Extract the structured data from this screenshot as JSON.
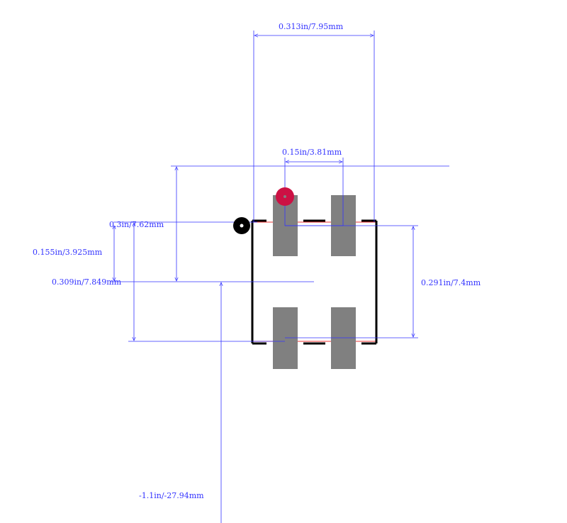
{
  "colors": {
    "dimension": "#3333ff",
    "pad": "#808080",
    "outline": "#000000",
    "pin1_marker": "#cc1144",
    "courtyard": "#ee3333",
    "background": "#ffffff"
  },
  "dimensions": {
    "overall_width": "0.313in/7.95mm",
    "pad_pitch": "0.15in/3.81mm",
    "pad_span": "0.3in/7.62mm",
    "pad_row_offset": "0.155in/3.925mm",
    "overall_height": "0.309in/7.849mm",
    "body_height": "0.291in/7.4mm",
    "origin_offset": "-1.1in/-27.94mm"
  }
}
